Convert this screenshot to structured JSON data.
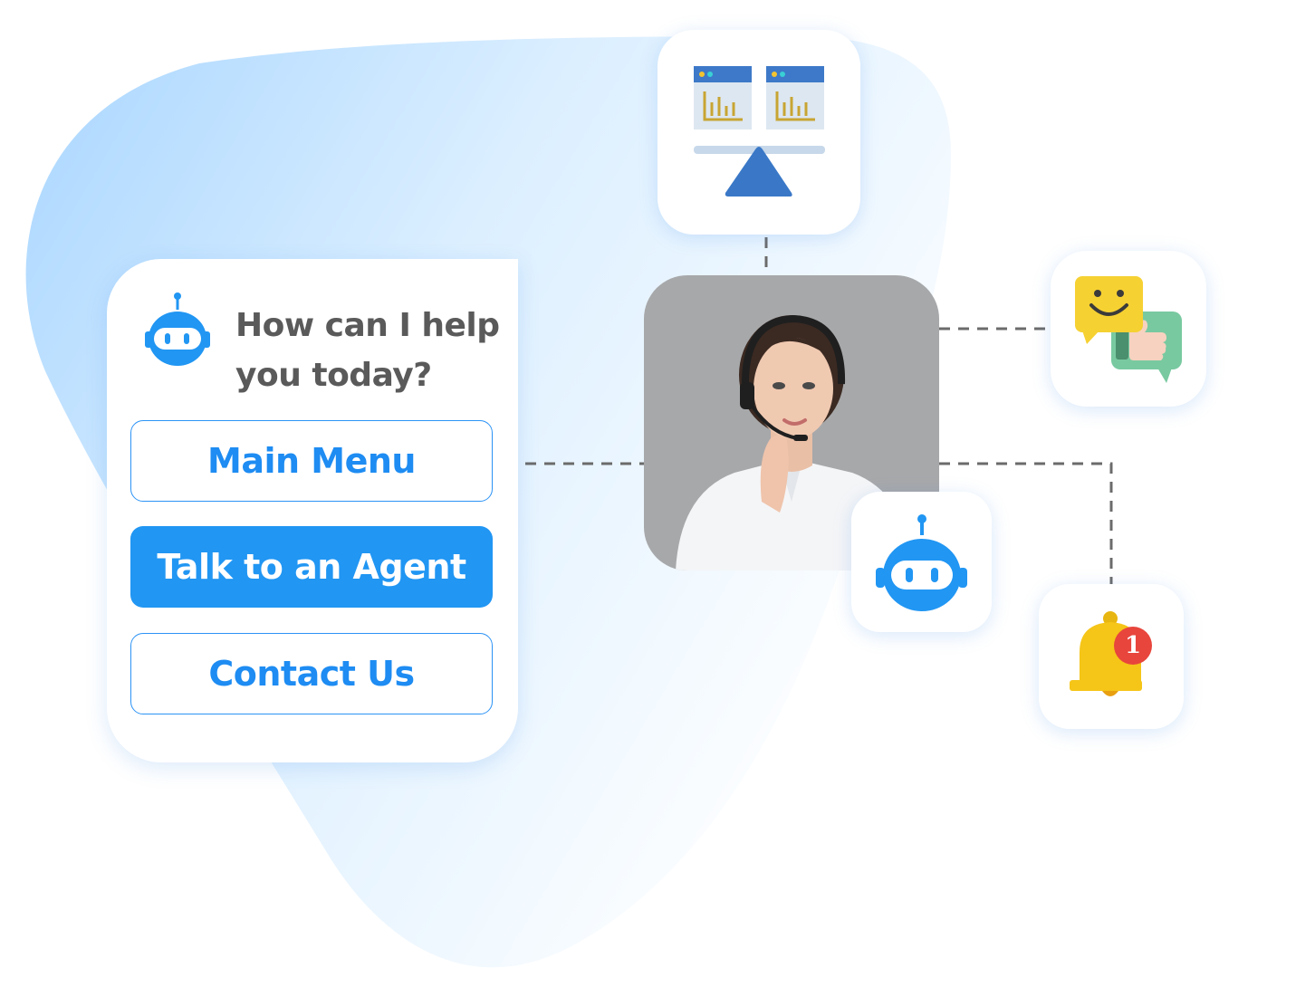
{
  "chat_widget": {
    "greeting": "How can I help you today?",
    "options": [
      {
        "label": "Main Menu",
        "style": "outline"
      },
      {
        "label": "Talk to an Agent",
        "style": "primary"
      },
      {
        "label": "Contact Us",
        "style": "outline"
      }
    ]
  },
  "notification": {
    "badge_count": "1"
  },
  "icons": {
    "bot": "robot-icon",
    "dashboard": "ab-test-balance-icon",
    "feedback": "feedback-chat-icon",
    "bell": "notification-bell-icon",
    "agent": "support-agent-photo"
  },
  "colors": {
    "accent": "#2196f3",
    "accent_text": "#1e8cf2",
    "greeting_text": "#5a5a5a",
    "blob_start": "#a9d6ff",
    "photo_bg": "#a7a8aa",
    "bell": "#f5c518",
    "badge": "#e8453c"
  }
}
